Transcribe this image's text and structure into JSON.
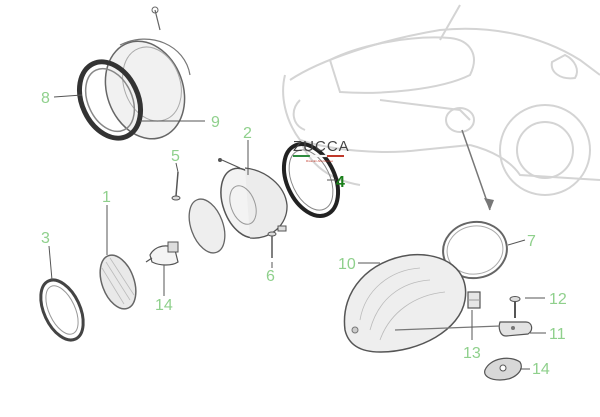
{
  "brand": {
    "name": "ZUCCA",
    "tagline": "Ricambi Alfa Romeo",
    "colors": [
      "#2e8b3f",
      "#ffffff",
      "#c0392b"
    ]
  },
  "callouts": [
    {
      "id": "1",
      "label": "1"
    },
    {
      "id": "2",
      "label": "2"
    },
    {
      "id": "3",
      "label": "3"
    },
    {
      "id": "4",
      "label": "4"
    },
    {
      "id": "5",
      "label": "5"
    },
    {
      "id": "6",
      "label": "6"
    },
    {
      "id": "7",
      "label": "7"
    },
    {
      "id": "8",
      "label": "8"
    },
    {
      "id": "9",
      "label": "9"
    },
    {
      "id": "10",
      "label": "10"
    },
    {
      "id": "11",
      "label": "11"
    },
    {
      "id": "12",
      "label": "12"
    },
    {
      "id": "13",
      "label": "13"
    },
    {
      "id": "14a",
      "label": "14"
    },
    {
      "id": "14b",
      "label": "14"
    }
  ],
  "colors": {
    "callout": "#8fd08c",
    "callout_highlight": "#1a7f1a",
    "line": "#555555",
    "car": "#d8d8d8"
  }
}
